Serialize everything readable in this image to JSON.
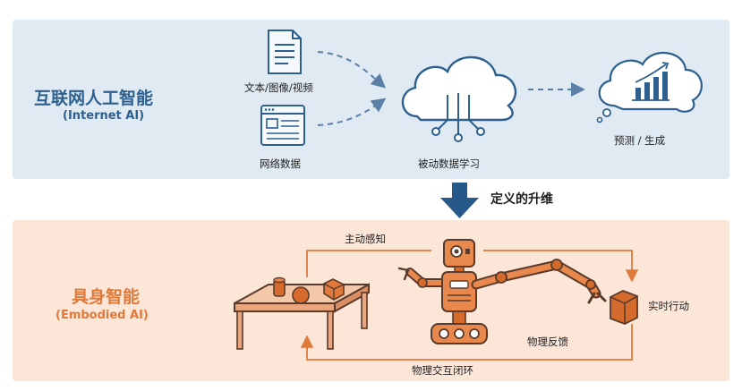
{
  "internet_ai": {
    "title": "互联网人工智能",
    "subtitle": "(Internet AI)",
    "doc_label": "文本/图像/视频",
    "web_label": "网络数据",
    "cloud_label": "被动数据学习",
    "output_label": "预测 / 生成"
  },
  "transition": {
    "label": "定义的升维"
  },
  "embodied_ai": {
    "title": "具身智能",
    "subtitle": "(Embodied AI)",
    "perception_label": "主动感知",
    "action_label": "实时行动",
    "feedback_label": "物理反馈",
    "loop_label": "物理交互闭环"
  },
  "colors": {
    "blue_dark": "#2d5f8f",
    "blue_band": "#dfeaf2",
    "orange": "#e07a3a",
    "orange_band": "#fbe6d8",
    "arrow_blue": "#27588a"
  },
  "icons": [
    "document-icon",
    "webpage-icon",
    "cloud-network-icon",
    "thought-chart-icon",
    "table-icon",
    "robot-icon",
    "robot-arm-icon",
    "box-icon"
  ]
}
